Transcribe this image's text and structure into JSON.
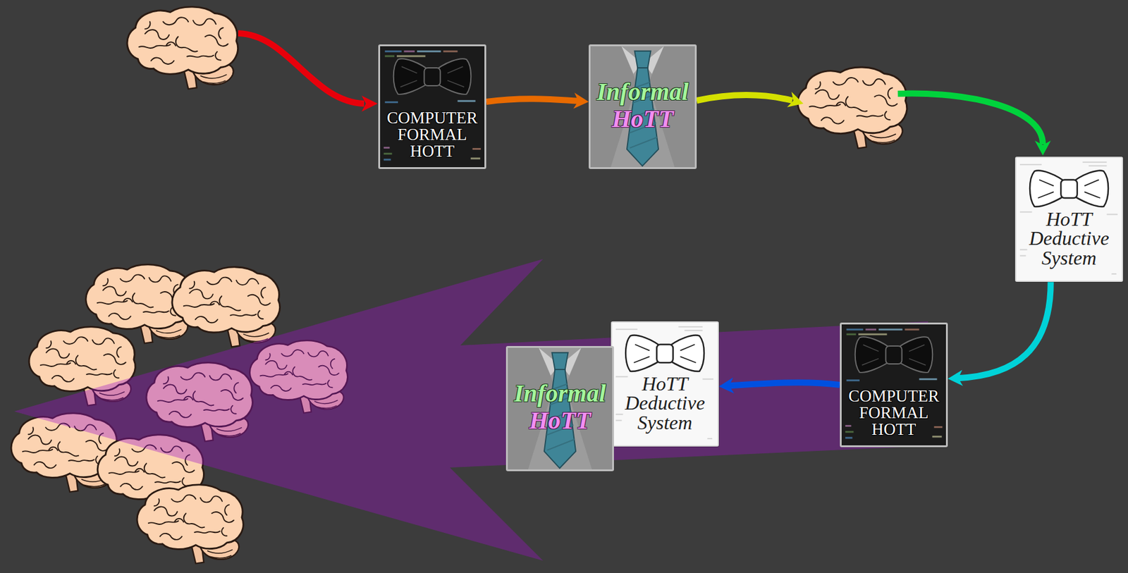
{
  "diagram": {
    "nodes": [
      {
        "text": [
          "COMPUTER FORMAL HOTT"
        ]
      },
      {
        "text": [
          "Informal",
          "HoTT"
        ]
      },
      {
        "text": [
          "HoTT Deductive System"
        ]
      },
      {
        "text": [
          "COMPUTER FORMAL HOTT"
        ]
      },
      {
        "text": [
          "HoTT Deductive System"
        ]
      },
      {
        "text": [
          "Informal",
          "HoTT"
        ]
      }
    ],
    "edges": [
      {
        "from": 0,
        "to": 1,
        "arrow": "to"
      },
      {
        "from": 2,
        "to": 3,
        "arrow": "to"
      },
      {
        "from": 3,
        "to": 4,
        "arrow": "to"
      }
    ]
  }
}
